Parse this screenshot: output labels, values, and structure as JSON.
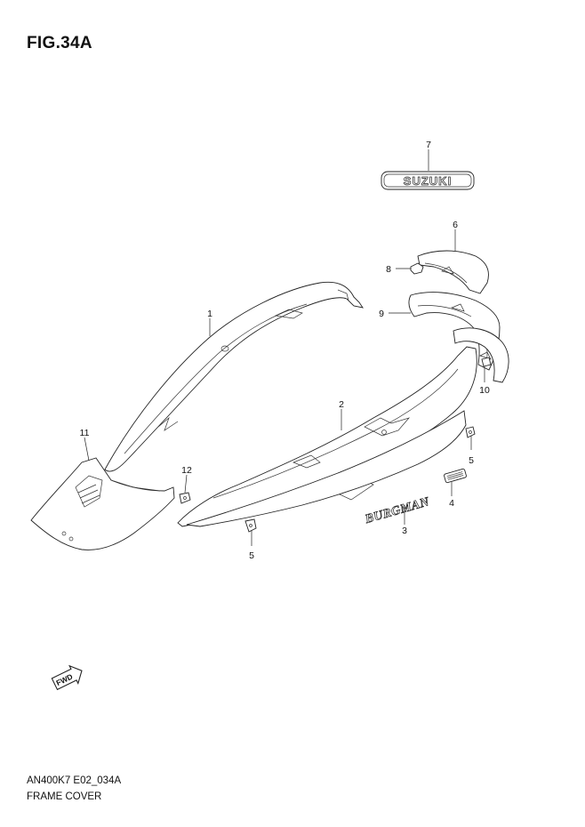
{
  "figure": {
    "title": "FIG.34A",
    "code": "AN400K7 E02_034A",
    "name": "FRAME COVER"
  },
  "emblems": {
    "brand": "SUZUKI",
    "model": "BURGMAN"
  },
  "direction_marker": {
    "label": "FWD",
    "icon": "forward-arrow-icon"
  },
  "callouts": [
    {
      "id": "c1",
      "label": "1"
    },
    {
      "id": "c2",
      "label": "2"
    },
    {
      "id": "c3",
      "label": "3"
    },
    {
      "id": "c4",
      "label": "4"
    },
    {
      "id": "c5a",
      "label": "5"
    },
    {
      "id": "c5b",
      "label": "5"
    },
    {
      "id": "c6",
      "label": "6"
    },
    {
      "id": "c7",
      "label": "7"
    },
    {
      "id": "c8",
      "label": "8"
    },
    {
      "id": "c9",
      "label": "9"
    },
    {
      "id": "c10",
      "label": "10"
    },
    {
      "id": "c11",
      "label": "11"
    },
    {
      "id": "c12",
      "label": "12"
    }
  ]
}
